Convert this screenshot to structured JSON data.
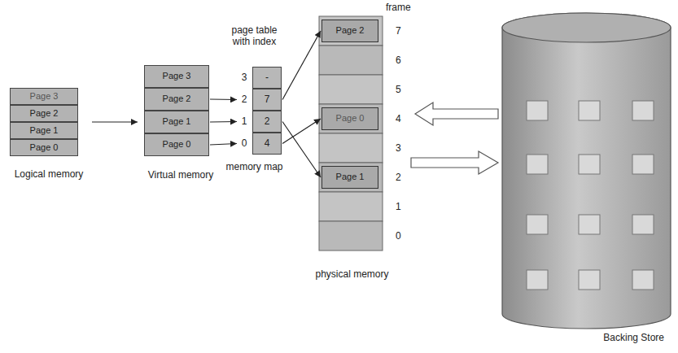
{
  "diagram": {
    "nodes": [
      {
        "text": [
          "Logical memory"
        ]
      },
      {
        "text": [
          "Page 3"
        ],
        "in": 0
      },
      {
        "text": [
          "Page 2"
        ],
        "in": 0
      },
      {
        "text": [
          "Page 1"
        ],
        "in": 0
      },
      {
        "text": [
          "Page 0"
        ],
        "in": 0
      },
      {
        "text": [
          "Virtual memory"
        ]
      },
      {
        "text": [
          "Page 3"
        ],
        "in": 5
      },
      {
        "text": [
          "Page 2"
        ],
        "in": 5
      },
      {
        "text": [
          "Page 1"
        ],
        "in": 5
      },
      {
        "text": [
          "Page 0"
        ],
        "in": 5
      },
      {
        "text": [
          "page table with index",
          "memory map"
        ]
      },
      {
        "text": [
          "3",
          "-"
        ],
        "in": 10
      },
      {
        "text": [
          "2",
          "7"
        ],
        "in": 10
      },
      {
        "text": [
          "1",
          "2"
        ],
        "in": 10
      },
      {
        "text": [
          "0",
          "4"
        ],
        "in": 10
      },
      {
        "text": [
          "physical memory"
        ]
      },
      {
        "text": [
          "Page 2"
        ],
        "in": 15
      },
      {
        "text": [
          "Page 0"
        ],
        "in": 15
      },
      {
        "text": [
          "Page 1"
        ],
        "in": 15
      },
      {
        "text": [
          "Backing Store"
        ]
      }
    ],
    "edges": [
      {
        "from": 0,
        "to": 5,
        "arrow": "to"
      },
      {
        "from": 7,
        "to": 12,
        "arrow": "to"
      },
      {
        "from": 8,
        "to": 13,
        "arrow": "to"
      },
      {
        "from": 9,
        "to": 14,
        "arrow": "to"
      },
      {
        "from": 12,
        "to": 16,
        "arrow": "to"
      },
      {
        "from": 13,
        "to": 18,
        "arrow": "to"
      },
      {
        "from": 14,
        "to": 17,
        "arrow": "to"
      }
    ],
    "labels": [
      "frame",
      "7",
      "6",
      "5",
      "4",
      "3",
      "2",
      "1",
      "0"
    ]
  }
}
